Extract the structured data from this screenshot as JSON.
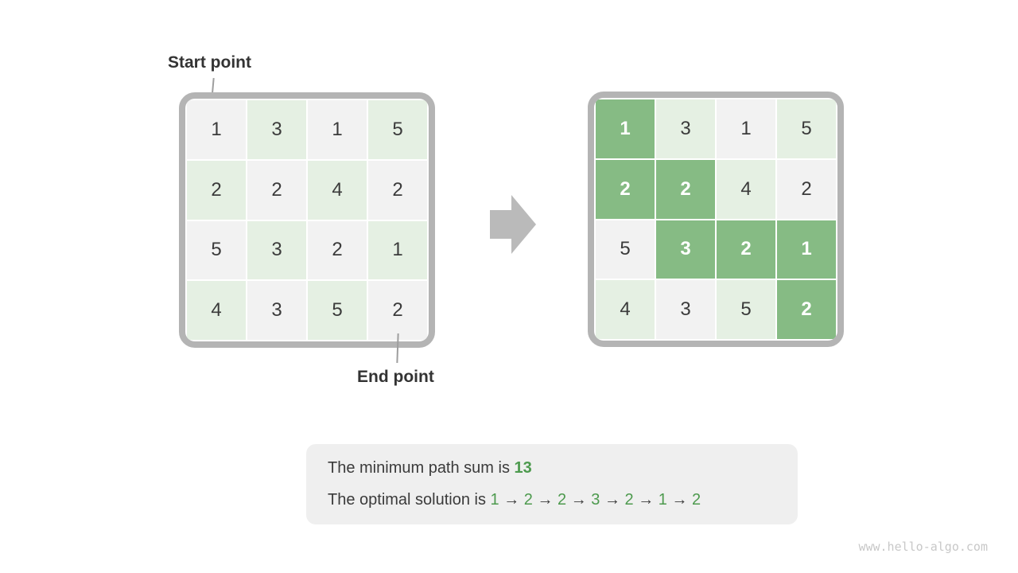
{
  "labels": {
    "start": "Start point",
    "end": "End point"
  },
  "colors": {
    "frame": "#b4b4b4",
    "arrow": "#bababa",
    "cell_gray": "#f2f2f2",
    "cell_green_light": "#e5f0e3",
    "cell_green_highlight": "#86bb84",
    "text_dark": "#3b3b3b",
    "text_green": "#4d9a4e",
    "caption_bg": "#efefef"
  },
  "grid_left": {
    "rows": [
      [
        1,
        3,
        1,
        5
      ],
      [
        2,
        2,
        4,
        2
      ],
      [
        5,
        3,
        2,
        1
      ],
      [
        4,
        3,
        5,
        2
      ]
    ]
  },
  "grid_right": {
    "rows": [
      [
        1,
        3,
        1,
        5
      ],
      [
        2,
        2,
        4,
        2
      ],
      [
        5,
        3,
        2,
        1
      ],
      [
        4,
        3,
        5,
        2
      ]
    ],
    "highlighted_cells": [
      [
        0,
        0
      ],
      [
        1,
        0
      ],
      [
        1,
        1
      ],
      [
        2,
        1
      ],
      [
        2,
        2
      ],
      [
        2,
        3
      ],
      [
        3,
        3
      ]
    ]
  },
  "caption": {
    "line1_prefix": "The minimum path sum is ",
    "line1_value": "13",
    "line2_prefix": "The optimal solution is ",
    "line2_path": [
      1,
      2,
      2,
      3,
      2,
      1,
      2
    ],
    "arrow_separator": "→"
  },
  "watermark": "www.hello-algo.com"
}
